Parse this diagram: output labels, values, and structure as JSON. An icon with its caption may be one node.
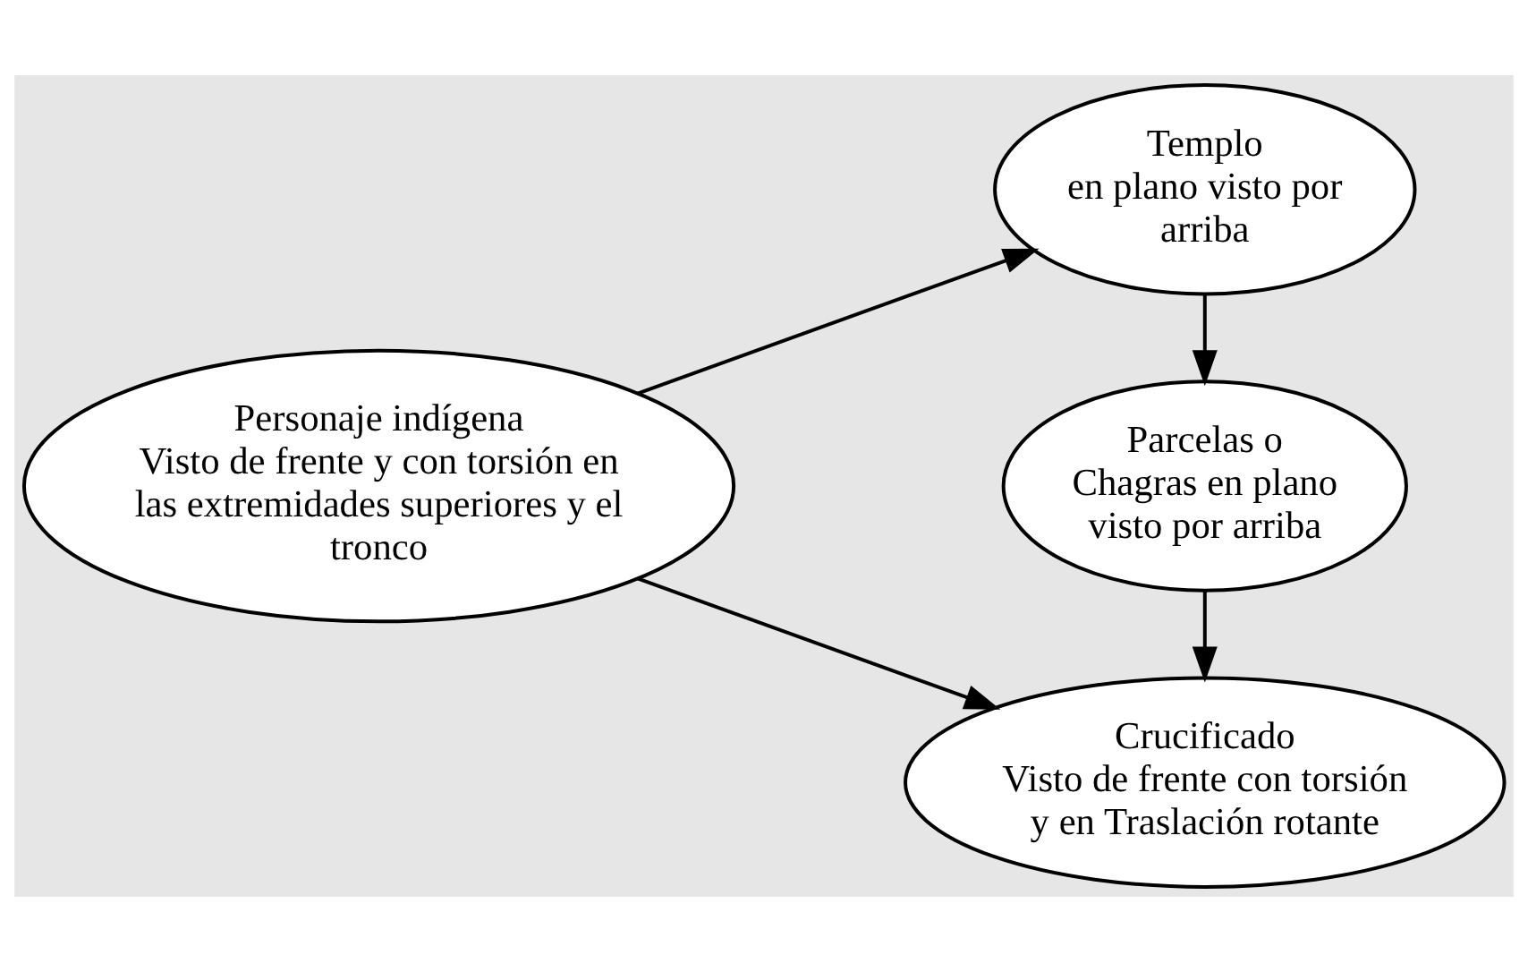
{
  "diagram": {
    "nodes": [
      {
        "text": [
          "Personaje indígena",
          "Visto de frente y con torsión en las extremidades superiores y el tronco"
        ]
      },
      {
        "text": [
          "Templo",
          "en plano visto por arriba"
        ]
      },
      {
        "text": [
          "Parcelas o Chagras en plano visto por arriba"
        ]
      },
      {
        "text": [
          "Crucificado",
          "Visto de frente con torsión y en Traslación rotante"
        ]
      }
    ],
    "edges": [
      {
        "from": 0,
        "to": 1,
        "arrow": "to"
      },
      {
        "from": 1,
        "to": 2,
        "arrow": "to"
      },
      {
        "from": 2,
        "to": 3,
        "arrow": "to"
      },
      {
        "from": 0,
        "to": 3,
        "arrow": "to"
      }
    ]
  }
}
